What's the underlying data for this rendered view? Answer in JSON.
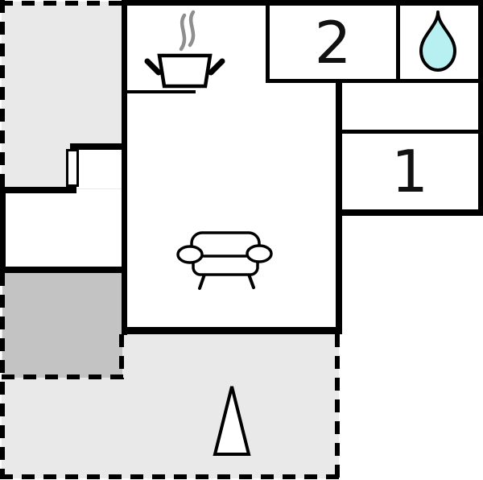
{
  "floorplan": {
    "rooms": {
      "room_1": {
        "label": "1"
      },
      "room_2": {
        "label": "2"
      },
      "bathroom": {
        "icon": "water-drop"
      },
      "kitchen": {
        "icon": "cooking-pot"
      },
      "living_area": {
        "icon": "sofa"
      },
      "terrace": {
        "icon": "conifer-tree"
      }
    },
    "colors": {
      "wall": "#000000",
      "terrace_fill": "#e9e9e9",
      "storage_fill": "#c3c3c3",
      "water_drop_fill": "#b8f0f2",
      "steam": "#8e8e8e",
      "room_fill": "#ffffff"
    }
  }
}
